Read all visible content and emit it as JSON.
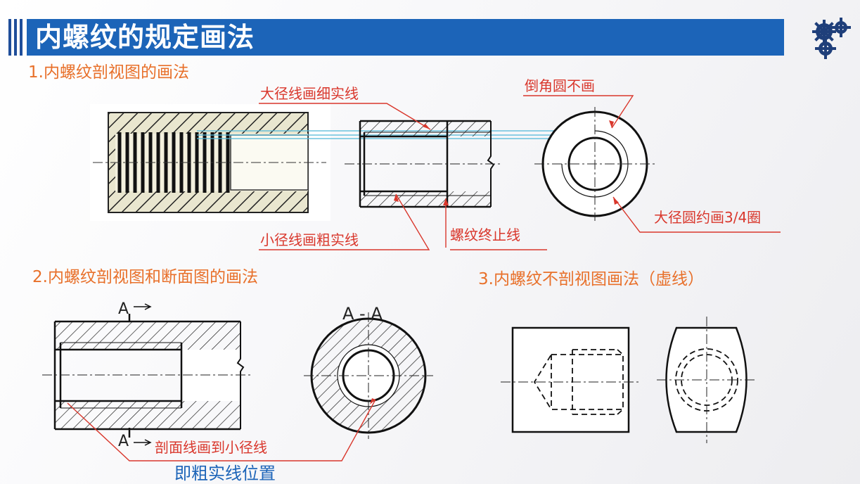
{
  "slide": {
    "title": "内螺纹的规定画法"
  },
  "sections": {
    "s1": "1.内螺纹剖视图的画法",
    "s2": "2.内螺纹剖视图和断面图的画法",
    "s3": "3.内螺纹不剖视图画法（虚线）"
  },
  "labels": {
    "major_thin": "大径线画细实线",
    "no_chamfer": "倒角圆不画",
    "major_circle": "大径圆约画3/4圈",
    "minor_thick": "小径线画粗实线",
    "thread_end": "螺纹终止线",
    "hatch_to_minor": "剖面线画到小径线",
    "thick_position": "即粗实线位置",
    "section_aa": "A - A",
    "a_top": "A",
    "a_bottom": "A"
  },
  "colors": {
    "title_bar": "#1c64b8",
    "section_heading": "#e8702a",
    "annotation": "#d9372c",
    "emphasis": "#1c64b8",
    "projection_lines": "#4fb7d8"
  },
  "icons": [
    "gears-icon"
  ]
}
